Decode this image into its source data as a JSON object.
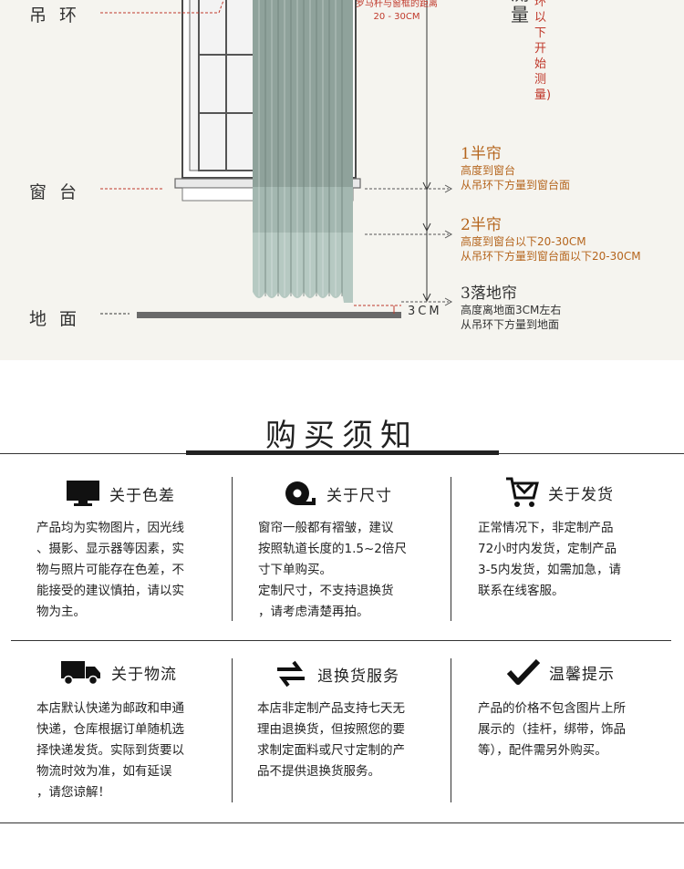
{
  "diagram": {
    "labels": {
      "ring": "吊环",
      "sill": "窗台",
      "floor": "地面"
    },
    "rod_note_line1": "罗马杆与窗框的距离",
    "rod_note_line2": "20 - 30CM",
    "measure_big": "测量",
    "measure_small": "环以下开始测量)",
    "floor_gap": "3CM",
    "options": [
      {
        "title": "1半帘",
        "line1": "高度到窗台",
        "line2": "从吊环下方量到窗台面"
      },
      {
        "title": "2半帘",
        "line1": "高度到窗台以下20-30CM",
        "line2": "从吊环下方量到窗台面以下20-30CM"
      },
      {
        "title": "3落地帘",
        "line1": "高度离地面3CM左右",
        "line2": "从吊环下方量到地面"
      }
    ],
    "colors": {
      "curtain": "#8c9e97",
      "accent": "#b5651d",
      "red": "#c0392b"
    }
  },
  "notice": {
    "title": "购买须知",
    "cells": [
      {
        "title": "关于色差",
        "icon": "monitor-icon",
        "body": [
          "产品均为实物图片，因光线",
          "、摄影、显示器等因素，实",
          "物与照片可能存在色差，不",
          "能接受的建议慎拍，请以实",
          "物为主。"
        ]
      },
      {
        "title": "关于尺寸",
        "icon": "tape-measure-icon",
        "body": [
          "窗帘一般都有褶皱，建议",
          "按照轨道长度的1.5~2倍尺",
          "寸下单购买。",
          "定制尺寸，不支持退换货",
          "，请考虑清楚再拍。"
        ]
      },
      {
        "title": "关于发货",
        "icon": "cart-icon",
        "body": [
          "正常情况下，非定制产品",
          "72小时内发货，定制产品",
          "3-5内发货，如需加急，请",
          "联系在线客服。"
        ]
      },
      {
        "title": "关于物流",
        "icon": "truck-icon",
        "body": [
          "本店默认快递为邮政和申通",
          "快递，仓库根据订单随机选",
          "择快递发货。实际到货要以",
          "物流时效为准，如有延误",
          "，请您谅解！"
        ]
      },
      {
        "title": "退换货服务",
        "icon": "exchange-icon",
        "body": [
          "本店非定制产品支持七天无",
          "理由退换货，但按照您的要",
          "求制定面料或尺寸定制的产",
          "品不提供退换货服务。"
        ]
      },
      {
        "title": "温馨提示",
        "icon": "checkmark-icon",
        "body": [
          "产品的价格不包含图片上所",
          "展示的（挂杆，绑带，饰品",
          "等），配件需另外购买。"
        ]
      }
    ]
  }
}
